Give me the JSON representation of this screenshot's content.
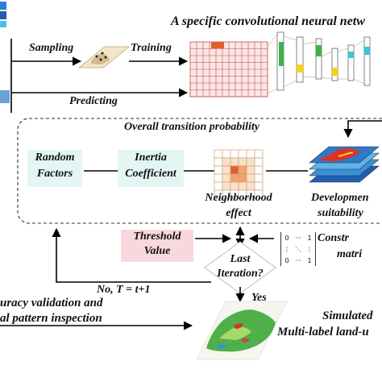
{
  "header": {
    "title": "A specific convolutional neural netw"
  },
  "flow": {
    "sampling": "Sampling",
    "training": "Training",
    "predicting": "Predicting"
  },
  "transition": {
    "title": "Overall transition probability",
    "random_factors_l1": "Random",
    "random_factors_l2": "Factors",
    "inertia_l1": "Inertia",
    "inertia_l2": "Coefficient",
    "neighborhood_l1": "Neighborhood",
    "neighborhood_l2": "effect",
    "development_l1": "Developmen",
    "development_l2": "suitability"
  },
  "threshold": {
    "l1": "Threshold",
    "l2": "Value"
  },
  "constraint": {
    "l1": "Constr",
    "l2": "matri",
    "matrix_cells": [
      "0",
      "···",
      "1",
      "⋮",
      "⋱",
      "⋮",
      "0",
      "···",
      "1"
    ]
  },
  "decision": {
    "l1": "Last",
    "l2": "Iteration?"
  },
  "loop": {
    "no_label": "No, T = t+1",
    "yes_label": "Yes"
  },
  "validation": {
    "l1": "uracy validation and",
    "l2": "al pattern inspection"
  },
  "output": {
    "l1": "Simulated",
    "l2": "Multi-label land-u"
  },
  "colors": {
    "random_bg": "#e4f6f3",
    "inertia_bg": "#e4f6f3",
    "threshold_bg": "#f9d8dd",
    "grid_highlight": "#f4a36a",
    "grid_center": "#e0602a",
    "layer_yellow": "#f4d21a",
    "layer_green": "#3cb34a",
    "layer_cyan": "#39c6d6"
  }
}
